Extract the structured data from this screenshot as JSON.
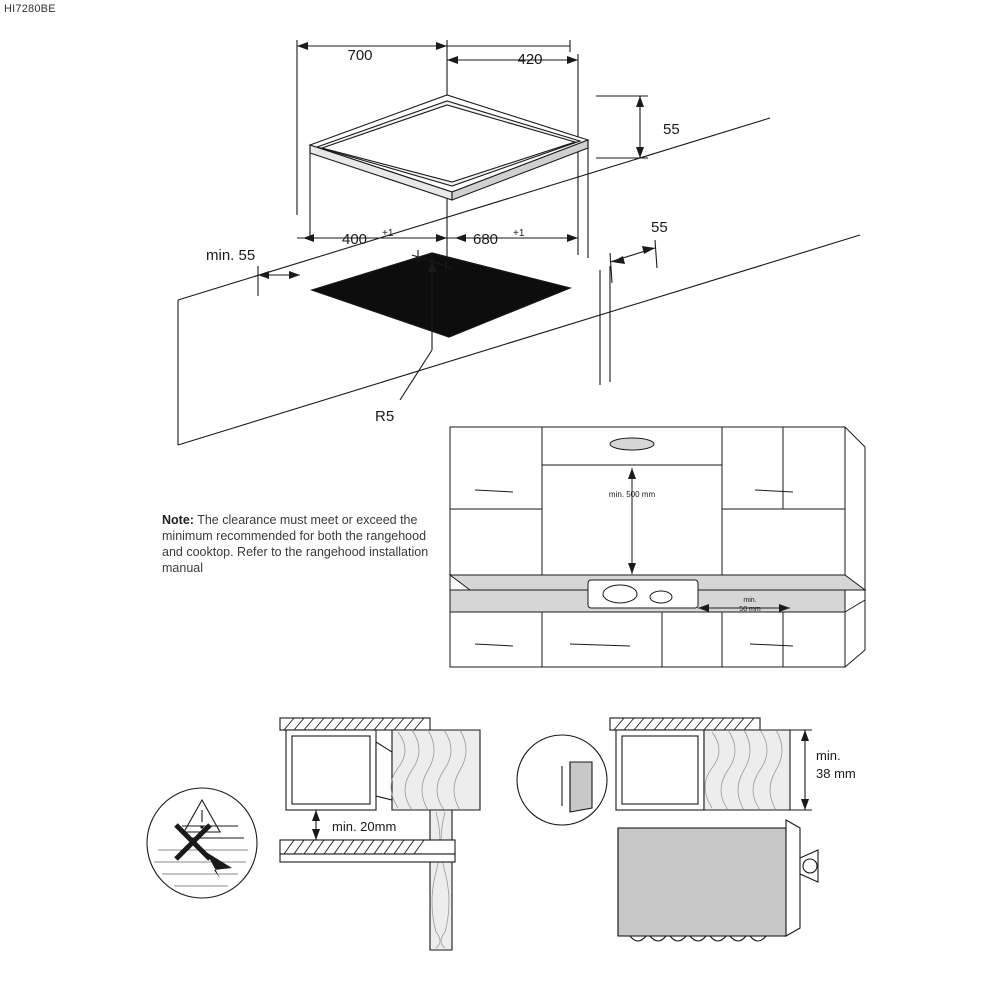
{
  "model_code": "HI7280BE",
  "note": {
    "label": "Note:",
    "text": " The clearance must meet or exceed the minimum recommended for both the rangehood and cooktop. Refer to the rangehood installation manual"
  },
  "top_diagram": {
    "dims": {
      "width_total": "700",
      "width_partial": "420",
      "height_right": "55",
      "cutout_depth": "400",
      "cutout_depth_tol": "+1",
      "cutout_width": "680",
      "cutout_width_tol": "+1",
      "min_clearance": "min. 55",
      "side_clearance": "55",
      "radius": "R5"
    }
  },
  "kitchen_diagram": {
    "hood_height": "min. 500 mm",
    "side_gap_line1": "min.",
    "side_gap_line2": "50 mm"
  },
  "bottom_left_diagram": {
    "clearance": "min. 20mm"
  },
  "bottom_right_diagram": {
    "clearance_line1": "min.",
    "clearance_line2": "38 mm"
  },
  "colors": {
    "line": "#1a1a1a",
    "hob_fill": "#0d0d0d",
    "panel_fill": "#d6d6d6",
    "wood_fill": "#ededed"
  }
}
